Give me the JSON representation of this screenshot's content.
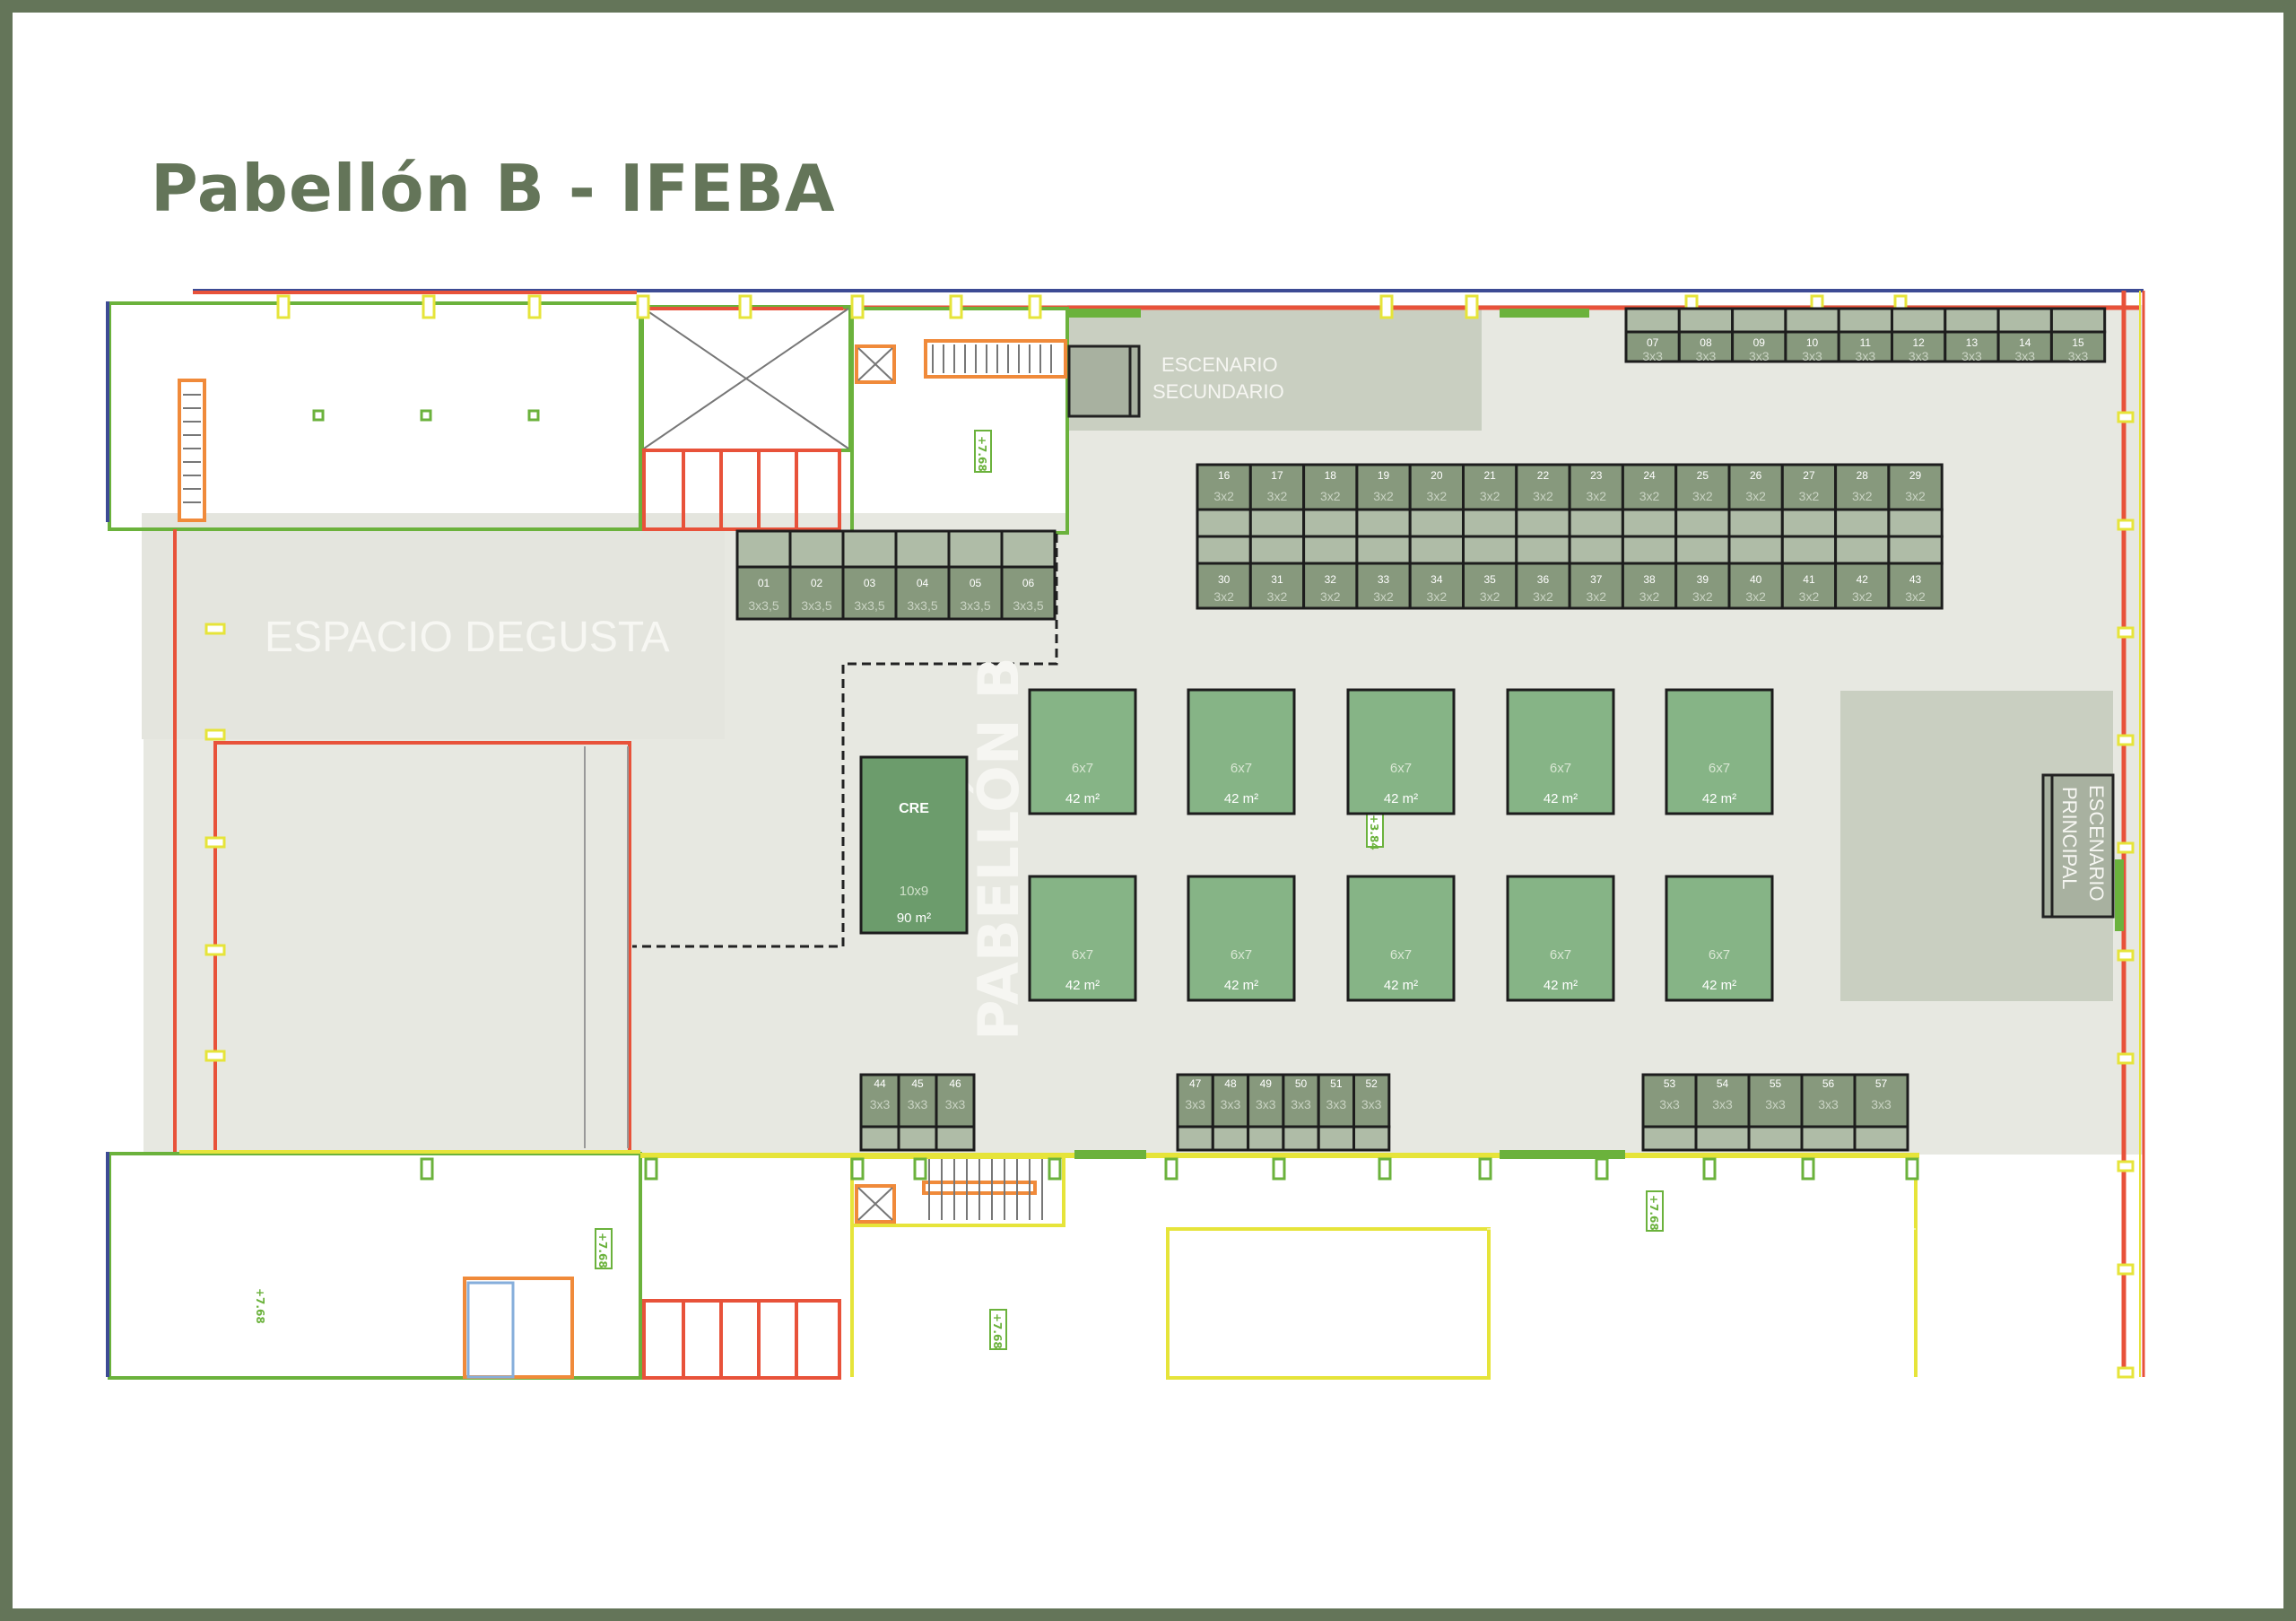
{
  "title": "Pabellón B - IFEBA",
  "colors": {
    "frame": "#647559",
    "floor": "#e7e8e1",
    "zone": "#c9cfc1",
    "stand_small": "#87997d",
    "stand_aisle": "#afbca7",
    "stand_large": "#86b486",
    "stand_cre": "#6c9c6c",
    "stage": "#a8b1a0",
    "wall_red": "#e8523a",
    "wall_green": "#6bb23c",
    "wall_yellow": "#e6e43a",
    "wall_blue": "#3d4b94",
    "glass": "#7cc4cf",
    "stair_orange": "#f08a3a"
  },
  "zones": {
    "degusta": "ESPACIO DEGUSTA",
    "pavilion": "PABELLÓN B",
    "stage_secondary": [
      "ESCENARIO",
      "SECUNDARIO"
    ],
    "stage_main": [
      "ESCENARIO",
      "PRINCIPAL"
    ]
  },
  "level_marks": {
    "upper": "+7.68",
    "floor": "+3.84"
  },
  "stands": {
    "row_a": [
      {
        "id": "01",
        "size": "3x3,5"
      },
      {
        "id": "02",
        "size": "3x3,5"
      },
      {
        "id": "03",
        "size": "3x3,5"
      },
      {
        "id": "04",
        "size": "3x3,5"
      },
      {
        "id": "05",
        "size": "3x3,5"
      },
      {
        "id": "06",
        "size": "3x3,5"
      }
    ],
    "row_top": [
      {
        "id": "07",
        "size": "3x3"
      },
      {
        "id": "08",
        "size": "3x3"
      },
      {
        "id": "09",
        "size": "3x3"
      },
      {
        "id": "10",
        "size": "3x3"
      },
      {
        "id": "11",
        "size": "3x3"
      },
      {
        "id": "12",
        "size": "3x3"
      },
      {
        "id": "13",
        "size": "3x3"
      },
      {
        "id": "14",
        "size": "3x3"
      },
      {
        "id": "15",
        "size": "3x3"
      }
    ],
    "island_top": [
      {
        "id": "16",
        "size": "3x2"
      },
      {
        "id": "17",
        "size": "3x2"
      },
      {
        "id": "18",
        "size": "3x2"
      },
      {
        "id": "19",
        "size": "3x2"
      },
      {
        "id": "20",
        "size": "3x2"
      },
      {
        "id": "21",
        "size": "3x2"
      },
      {
        "id": "22",
        "size": "3x2"
      },
      {
        "id": "23",
        "size": "3x2"
      },
      {
        "id": "24",
        "size": "3x2"
      },
      {
        "id": "25",
        "size": "3x2"
      },
      {
        "id": "26",
        "size": "3x2"
      },
      {
        "id": "27",
        "size": "3x2"
      },
      {
        "id": "28",
        "size": "3x2"
      },
      {
        "id": "29",
        "size": "3x2"
      }
    ],
    "island_bottom": [
      {
        "id": "30",
        "size": "3x2"
      },
      {
        "id": "31",
        "size": "3x2"
      },
      {
        "id": "32",
        "size": "3x2"
      },
      {
        "id": "33",
        "size": "3x2"
      },
      {
        "id": "34",
        "size": "3x2"
      },
      {
        "id": "35",
        "size": "3x2"
      },
      {
        "id": "36",
        "size": "3x2"
      },
      {
        "id": "37",
        "size": "3x2"
      },
      {
        "id": "38",
        "size": "3x2"
      },
      {
        "id": "39",
        "size": "3x2"
      },
      {
        "id": "40",
        "size": "3x2"
      },
      {
        "id": "41",
        "size": "3x2"
      },
      {
        "id": "42",
        "size": "3x2"
      },
      {
        "id": "43",
        "size": "3x2"
      }
    ],
    "row_bottom_1": [
      {
        "id": "44",
        "size": "3x3"
      },
      {
        "id": "45",
        "size": "3x3"
      },
      {
        "id": "46",
        "size": "3x3"
      }
    ],
    "row_bottom_2": [
      {
        "id": "47",
        "size": "3x3"
      },
      {
        "id": "48",
        "size": "3x3"
      },
      {
        "id": "49",
        "size": "3x3"
      },
      {
        "id": "50",
        "size": "3x3"
      },
      {
        "id": "51",
        "size": "3x3"
      },
      {
        "id": "52",
        "size": "3x3"
      }
    ],
    "row_bottom_3": [
      {
        "id": "53",
        "size": "3x3"
      },
      {
        "id": "54",
        "size": "3x3"
      },
      {
        "id": "55",
        "size": "3x3"
      },
      {
        "id": "56",
        "size": "3x3"
      },
      {
        "id": "57",
        "size": "3x3"
      }
    ],
    "large_top": [
      {
        "size": "6x7",
        "area": "42 m²"
      },
      {
        "size": "6x7",
        "area": "42 m²"
      },
      {
        "size": "6x7",
        "area": "42 m²"
      },
      {
        "size": "6x7",
        "area": "42 m²"
      },
      {
        "size": "6x7",
        "area": "42 m²"
      }
    ],
    "large_bottom": [
      {
        "size": "6x7",
        "area": "42 m²"
      },
      {
        "size": "6x7",
        "area": "42 m²"
      },
      {
        "size": "6x7",
        "area": "42 m²"
      },
      {
        "size": "6x7",
        "area": "42 m²"
      },
      {
        "size": "6x7",
        "area": "42 m²"
      }
    ],
    "cre": {
      "name": "CRE",
      "size": "10x9",
      "area": "90 m²"
    }
  }
}
